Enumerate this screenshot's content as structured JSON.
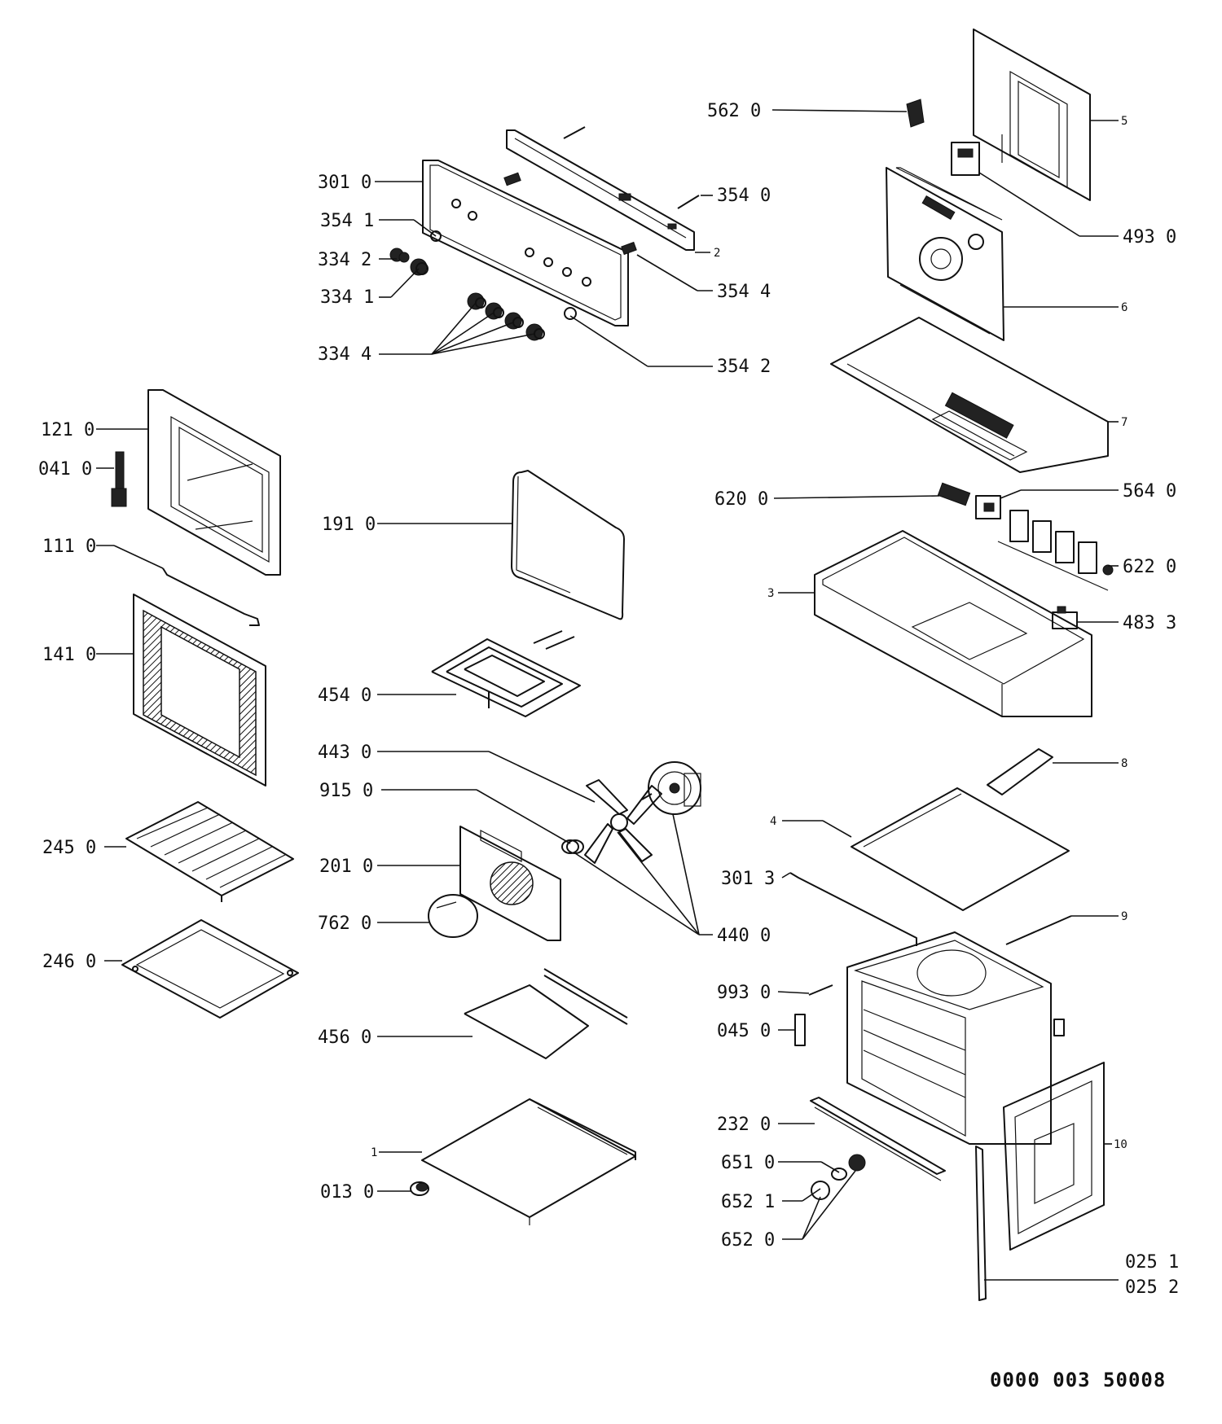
{
  "labels": {
    "l_5620": "562 0",
    "l_3010": "301 0",
    "l_3541": "354 1",
    "l_3542p": "334 2",
    "l_3341": "334 1",
    "l_3344": "334 4",
    "l_3540": "354 0",
    "l_3544": "354 4",
    "l_3542": "354 2",
    "l_4930": "493 0",
    "l_1210": "121 0",
    "l_0410": "041 0",
    "l_1110": "111 0",
    "l_1410": "141 0",
    "l_1910": "191 0",
    "l_4540": "454 0",
    "l_4430": "443 0",
    "l_9150": "915 0",
    "l_2010": "201 0",
    "l_7620": "762 0",
    "l_4400": "440 0",
    "l_2450": "245 0",
    "l_2460": "246 0",
    "l_4560": "456 0",
    "l_0130": "013 0",
    "l_6200": "620 0",
    "l_5640": "564 0",
    "l_6220": "622 0",
    "l_4833": "483 3",
    "l_3013": "301 3",
    "l_9930": "993 0",
    "l_0450": "045 0",
    "l_2320": "232 0",
    "l_6510": "651 0",
    "l_6521": "652 1",
    "l_6520": "652 0",
    "l_0251": "025 1",
    "l_0252": "025 2"
  },
  "small_labels": {
    "s_5": "5",
    "s_2": "2",
    "s_6": "6",
    "s_7": "7",
    "s_3": "3",
    "s_8": "8",
    "s_4": "4",
    "s_9": "9",
    "s_1": "1",
    "s_10": "10"
  },
  "doc_code": "0000 003 50008"
}
